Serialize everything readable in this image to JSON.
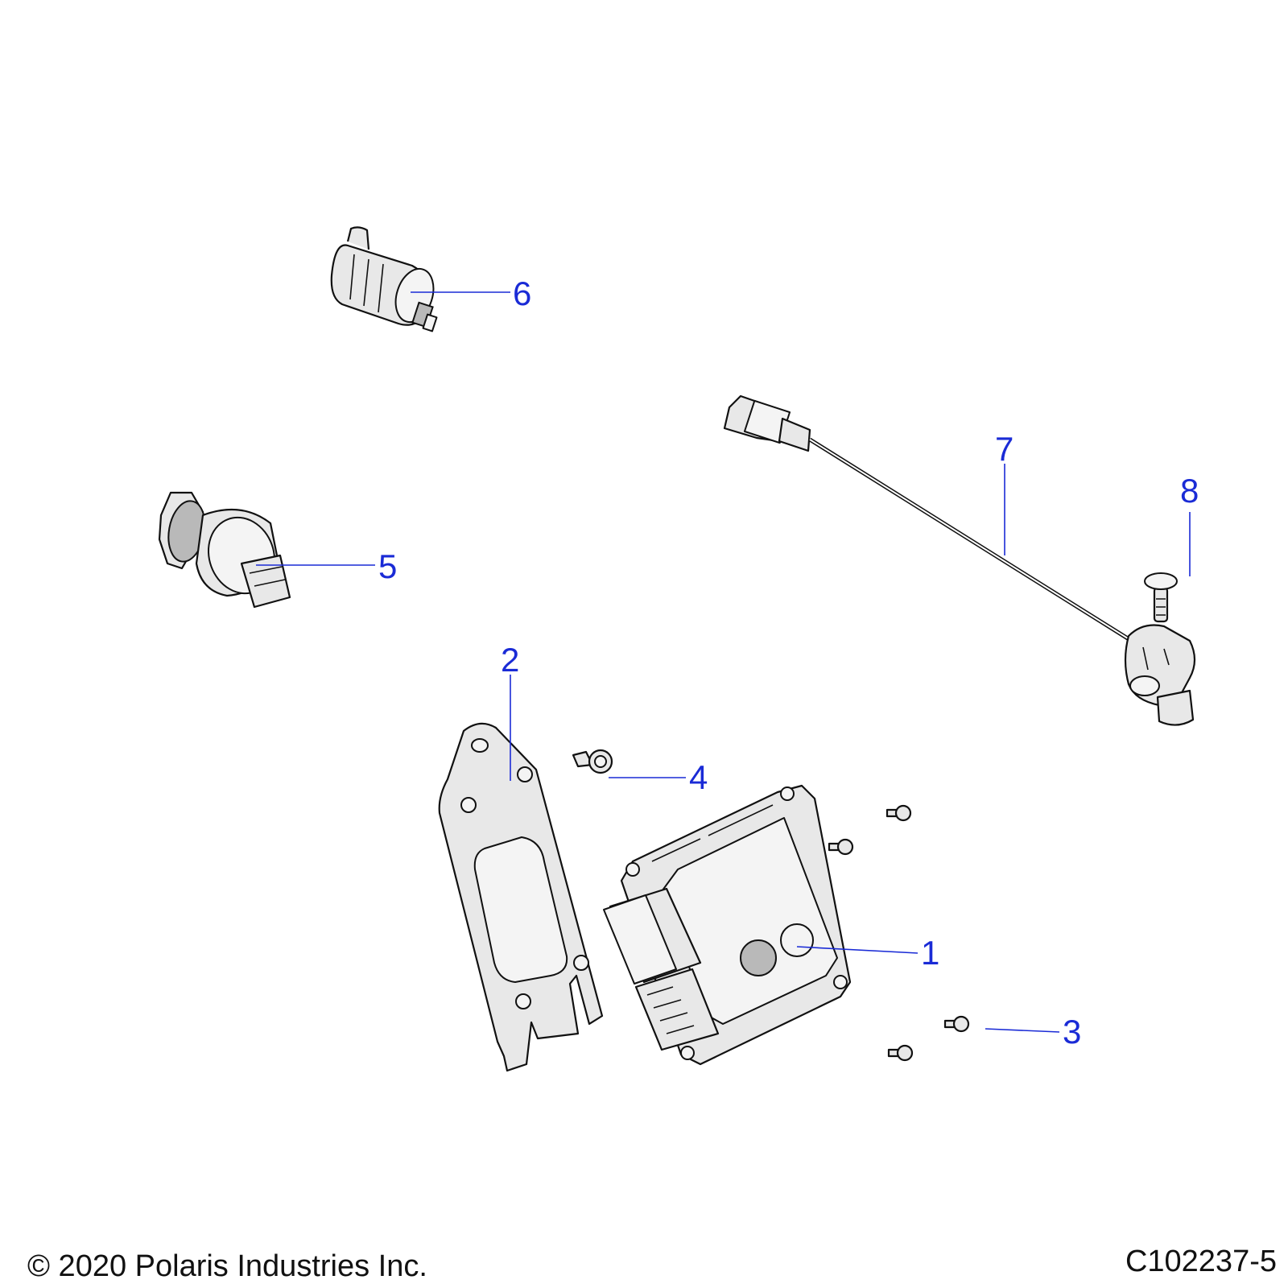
{
  "diagram": {
    "callouts": [
      {
        "id": "1",
        "label": "1"
      },
      {
        "id": "2",
        "label": "2"
      },
      {
        "id": "3",
        "label": "3"
      },
      {
        "id": "4",
        "label": "4"
      },
      {
        "id": "5",
        "label": "5"
      },
      {
        "id": "6",
        "label": "6"
      },
      {
        "id": "7",
        "label": "7"
      },
      {
        "id": "8",
        "label": "8"
      }
    ]
  },
  "footer": {
    "copyright": "© 2020 Polaris Industries Inc.",
    "diagram_id": "C102237-5"
  },
  "colors": {
    "callout": "#1a2bd6",
    "line_art": "#111111",
    "part_fill": "#e8e8e8"
  }
}
